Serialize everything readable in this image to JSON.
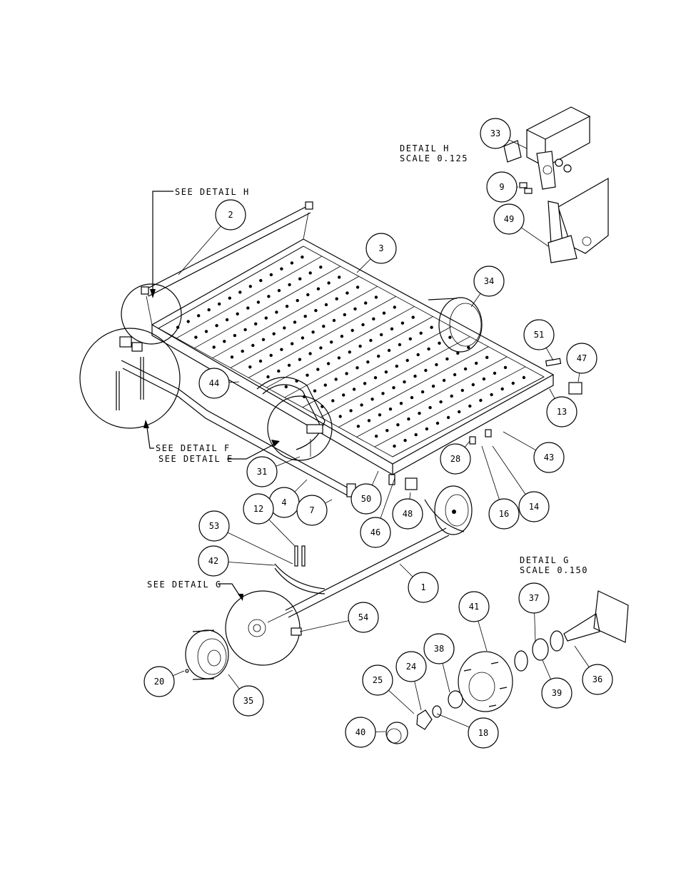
{
  "notes": {
    "detail_h": "DETAIL  H",
    "scale_h": "SCALE  0.125",
    "detail_g": "DETAIL  G",
    "scale_g": "SCALE  0.150",
    "see_detail_h": "SEE DETAIL  H",
    "see_detail_f": "SEE DETAIL  F",
    "see_detail_e": "SEE DETAIL  E",
    "see_detail_g": "SEE DETAIL  G"
  },
  "balloons": [
    {
      "id": "b33",
      "label": "33"
    },
    {
      "id": "b9",
      "label": "9"
    },
    {
      "id": "b49",
      "label": "49"
    },
    {
      "id": "b2",
      "label": "2"
    },
    {
      "id": "b3",
      "label": "3"
    },
    {
      "id": "b34",
      "label": "34"
    },
    {
      "id": "b51",
      "label": "51"
    },
    {
      "id": "b47",
      "label": "47"
    },
    {
      "id": "b13",
      "label": "13"
    },
    {
      "id": "b44",
      "label": "44"
    },
    {
      "id": "b43",
      "label": "43"
    },
    {
      "id": "b28",
      "label": "28"
    },
    {
      "id": "b31",
      "label": "31"
    },
    {
      "id": "b4",
      "label": "4"
    },
    {
      "id": "b7",
      "label": "7"
    },
    {
      "id": "b50",
      "label": "50"
    },
    {
      "id": "b12",
      "label": "12"
    },
    {
      "id": "b14",
      "label": "14"
    },
    {
      "id": "b16",
      "label": "16"
    },
    {
      "id": "b48",
      "label": "48"
    },
    {
      "id": "b46",
      "label": "46"
    },
    {
      "id": "b53",
      "label": "53"
    },
    {
      "id": "b42",
      "label": "42"
    },
    {
      "id": "b1",
      "label": "1"
    },
    {
      "id": "b54",
      "label": "54"
    },
    {
      "id": "b41",
      "label": "41"
    },
    {
      "id": "b37",
      "label": "37"
    },
    {
      "id": "b38",
      "label": "38"
    },
    {
      "id": "b24",
      "label": "24"
    },
    {
      "id": "b25",
      "label": "25"
    },
    {
      "id": "b39",
      "label": "39"
    },
    {
      "id": "b36",
      "label": "36"
    },
    {
      "id": "b20",
      "label": "20"
    },
    {
      "id": "b35",
      "label": "35"
    },
    {
      "id": "b40",
      "label": "40"
    },
    {
      "id": "b18",
      "label": "18"
    }
  ]
}
